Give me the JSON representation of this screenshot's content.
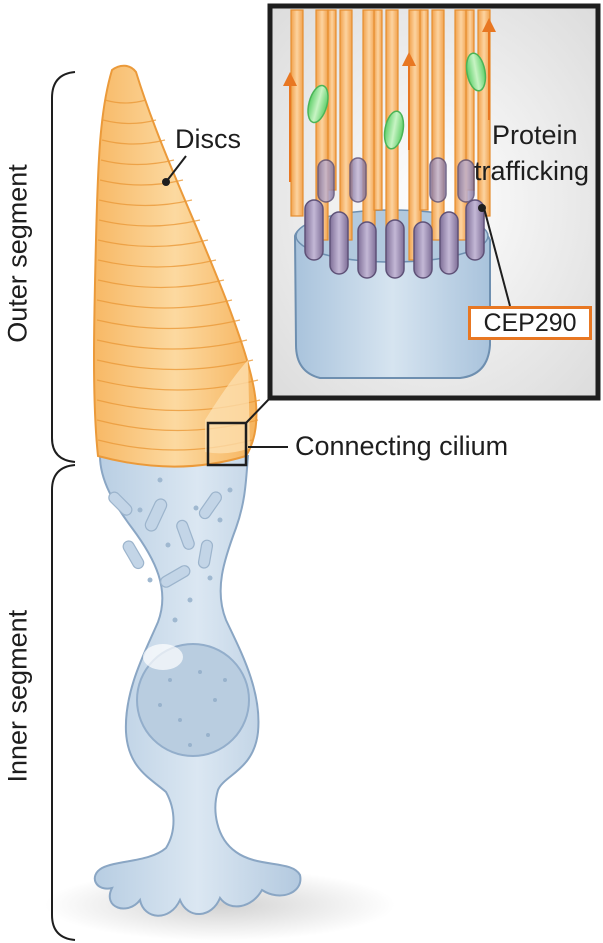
{
  "labels": {
    "discs": "Discs",
    "outer_segment": "Outer segment",
    "inner_segment": "Inner segment",
    "connecting_cilium": "Connecting cilium",
    "protein_line1": "Protein",
    "protein_line2": "trafficking",
    "cep290": "CEP290"
  },
  "colors": {
    "outer_segment_fill": "#f9c983",
    "outer_segment_stroke": "#eb9a3a",
    "cell_body_fill": "#c9d9e8",
    "cell_body_stroke": "#8aa6c4",
    "microtubule": "#f5b570",
    "cep290_protein": "#9c8fb0",
    "cargo": "#8ee08a",
    "arrow": "#e87722",
    "highlight_border": "#e87722",
    "inset_frame": "#1e1e1e"
  }
}
